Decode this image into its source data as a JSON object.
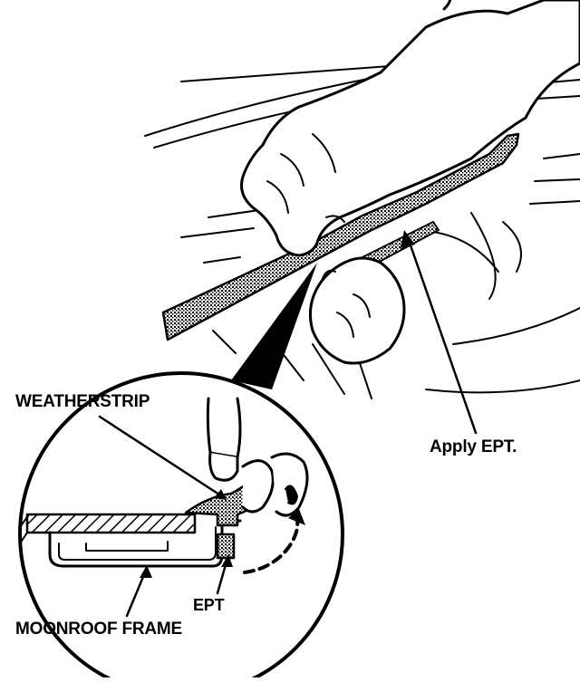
{
  "labels": {
    "weatherstrip": "WEATHERSTRIP",
    "apply_ept": "Apply EPT.",
    "ept": "EPT",
    "moonroof_frame": "MOONROOF FRAME"
  }
}
